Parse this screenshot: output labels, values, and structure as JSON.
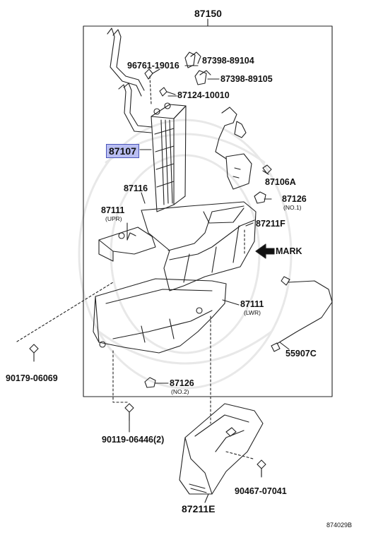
{
  "assembly_number": "87150",
  "highlighted_part": "87107",
  "callouts": {
    "p96761": "96761-19016",
    "p87398a": "87398-89104",
    "p87398b": "87398-89105",
    "p87124": "87124-10010",
    "p87107": "87107",
    "p87116": "87116",
    "p87106a": "87106A",
    "p87126_no1": "87126",
    "p87126_no1_note": "(NO.1)",
    "p87111_upr": "87111",
    "p87111_upr_note": "(UPR)",
    "p87211f": "87211F",
    "mark": "MARK",
    "p87111_lwr": "87111",
    "p87111_lwr_note": "(LWR)",
    "p55907c": "55907C",
    "p90179": "90179-06069",
    "p87126_no2": "87126",
    "p87126_no2_note": "(NO.2)",
    "p90119": "90119-06446(2)",
    "p90467": "90467-07041",
    "p87211e": "87211E"
  },
  "diagram_code": "874029B"
}
